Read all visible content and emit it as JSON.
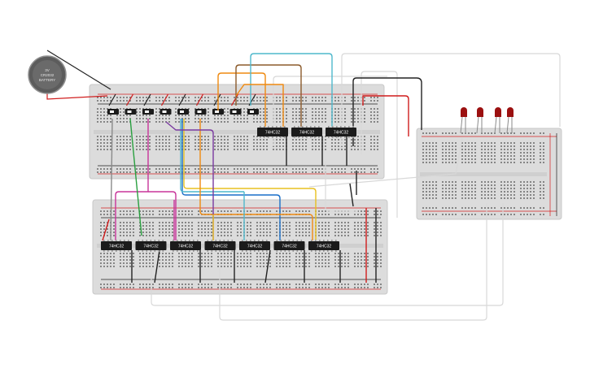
{
  "battery": {
    "label_lines": [
      "3V",
      "CR2032",
      "BATTERY"
    ],
    "colors": {
      "body": "#5c5c5c",
      "rim": "#8f8f8f",
      "face": "#6a6a6a"
    }
  },
  "breadboards": [
    {
      "id": "breadboard-top"
    },
    {
      "id": "breadboard-bottom"
    },
    {
      "id": "breadboard-small"
    }
  ],
  "chips": {
    "label": "74HC32",
    "top_row_count": 3,
    "bottom_row_count": 7
  },
  "switches": {
    "count": 9
  },
  "leds": {
    "count": 4,
    "color": "#9b1010"
  },
  "colors": {
    "board": "#dcdcdc",
    "board_edge": "#c8c8c8",
    "hole": "#555555",
    "power_red": "#d42020",
    "power_black": "#222222",
    "chip": "#1b1b1b",
    "wire_red": "#d01c1c",
    "wire_black": "#222222",
    "wire_orange": "#ef8a10",
    "wire_brown": "#8b5a2b",
    "wire_cyan": "#4fb8cc",
    "wire_blue": "#1a6fc8",
    "wire_yellow": "#e8c020",
    "wire_magenta": "#c8359a",
    "wire_green": "#2aa040",
    "wire_purple": "#7a3aa0",
    "wire_gray": "#8a8a8a",
    "wire_white": "#f4f4f4"
  }
}
